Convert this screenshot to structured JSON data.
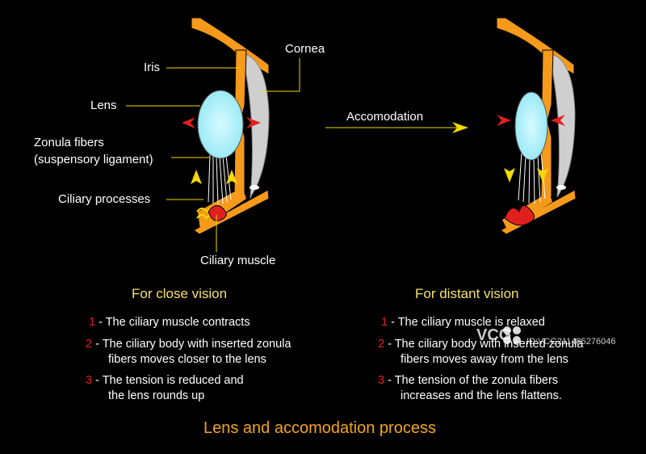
{
  "labels": {
    "iris": "Iris",
    "lens": "Lens",
    "cornea": "Cornea",
    "zonula_line1": "Zonula fibers",
    "zonula_line2": "(suspensory ligament)",
    "ciliary_processes": "Ciliary processes",
    "ciliary_muscle": "Ciliary muscle",
    "accomodation": "Accomodation"
  },
  "close_vision": {
    "heading": "For close vision",
    "steps": [
      {
        "num": "1",
        "lines": [
          "- The ciliary muscle contracts"
        ]
      },
      {
        "num": "2",
        "lines": [
          "- The ciliary body with inserted zonula",
          "fibers moves closer to the lens"
        ]
      },
      {
        "num": "3",
        "lines": [
          "- The tension is reduced and",
          "the lens rounds up"
        ]
      }
    ]
  },
  "distant_vision": {
    "heading": "For distant vision",
    "steps": [
      {
        "num": "1",
        "lines": [
          "- The ciliary muscle is relaxed"
        ]
      },
      {
        "num": "2",
        "lines": [
          "- The ciliary body with inserted zonula",
          "fibers moves away from the lens"
        ]
      },
      {
        "num": "3",
        "lines": [
          "- The tension of the zonula fibers",
          "increases and the lens flattens."
        ]
      }
    ]
  },
  "title": "Lens and accomodation process",
  "watermark": {
    "brand": "VCG",
    "id": "ID:VCG211485276046"
  },
  "colors": {
    "orange": "#f59a1a",
    "lens": "#aef3ff",
    "cornea": "#cfcfcf",
    "red_arrow": "#e0201f",
    "yellow_arrow": "#f5d800",
    "heading": "#f7e16a",
    "title": "#f2a41e"
  }
}
